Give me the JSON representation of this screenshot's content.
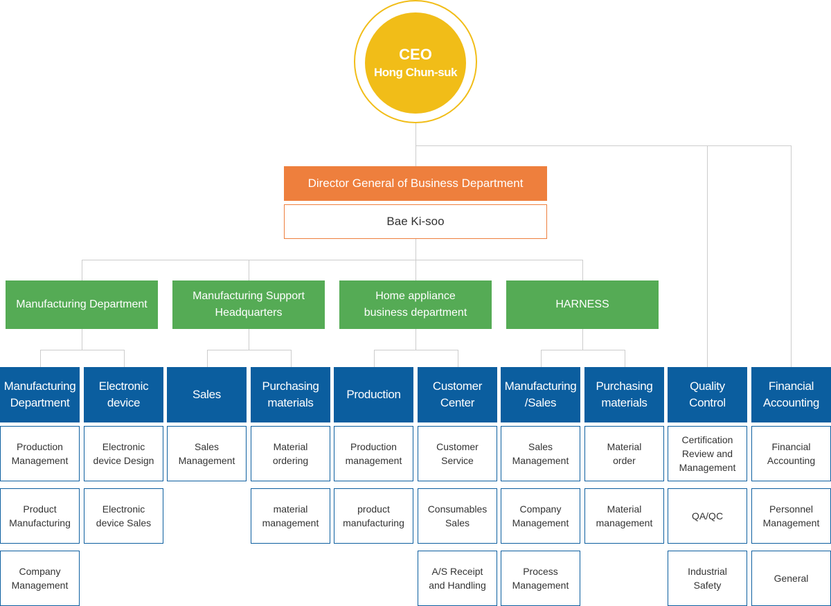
{
  "ceo": {
    "title": "CEO",
    "name": "Hong Chun-suk"
  },
  "director": {
    "title": "Director General of Business Department",
    "name": "Bae Ki-soo"
  },
  "divisions": [
    {
      "label": "Manufacturing Department"
    },
    {
      "label": "Manufacturing Support\nHeadquarters"
    },
    {
      "label": "Home appliance\nbusiness department"
    },
    {
      "label": "HARNESS"
    }
  ],
  "teams": [
    {
      "label": "Manufacturing\nDepartment",
      "items": [
        "Production\nManagement",
        "Product\nManufacturing",
        "Company\nManagement"
      ]
    },
    {
      "label": "Electronic\ndevice",
      "items": [
        "Electronic\ndevice Design",
        "Electronic\ndevice Sales"
      ]
    },
    {
      "label": "Sales",
      "items": [
        "Sales\nManagement"
      ]
    },
    {
      "label": "Purchasing\nmaterials",
      "items": [
        "Material\nordering",
        "material\nmanagement"
      ]
    },
    {
      "label": "Production",
      "items": [
        "Production\nmanagement",
        "product\nmanufacturing"
      ]
    },
    {
      "label": "Customer\nCenter",
      "items": [
        "Customer\nService",
        "Consumables\nSales",
        "A/S Receipt\nand Handling"
      ]
    },
    {
      "label": "Manufacturing\n/Sales",
      "items": [
        "Sales\nManagement",
        "Company\nManagement",
        "Process\nManagement"
      ]
    },
    {
      "label": "Purchasing\nmaterials",
      "items": [
        "Material\norder",
        "Material\nmanagement"
      ]
    },
    {
      "label": "Quality\nControl",
      "items": [
        "Certification\nReview and\nManagement",
        "QA/QC",
        "Industrial\nSafety"
      ]
    },
    {
      "label": "Financial\nAccounting",
      "items": [
        "Financial\nAccounting",
        "Personnel\nManagement",
        "General"
      ]
    }
  ],
  "colors": {
    "ceo": "#f1bd18",
    "director": "#ee7f3d",
    "division": "#55ab55",
    "team": "#0b5e9f",
    "line": "#cccccc"
  }
}
